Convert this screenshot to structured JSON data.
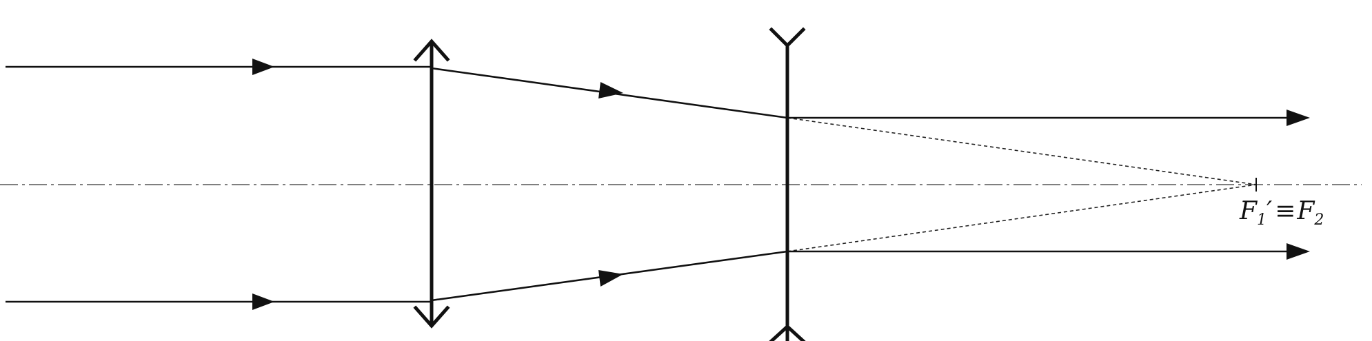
{
  "diagram": {
    "focus_label": {
      "f1_main": "F",
      "f1_sub": "1",
      "prime": "′",
      "equiv": "≡",
      "f2_main": "F",
      "f2_sub": "2"
    },
    "elements": {
      "optical_axis": "optical-axis",
      "converging_lens": "converging-lens",
      "diverging_lens": "diverging-lens",
      "focal_point": "common-focal-point"
    },
    "colors": {
      "stroke": "#111111",
      "axis": "#555555",
      "background": "#ffffff"
    }
  }
}
